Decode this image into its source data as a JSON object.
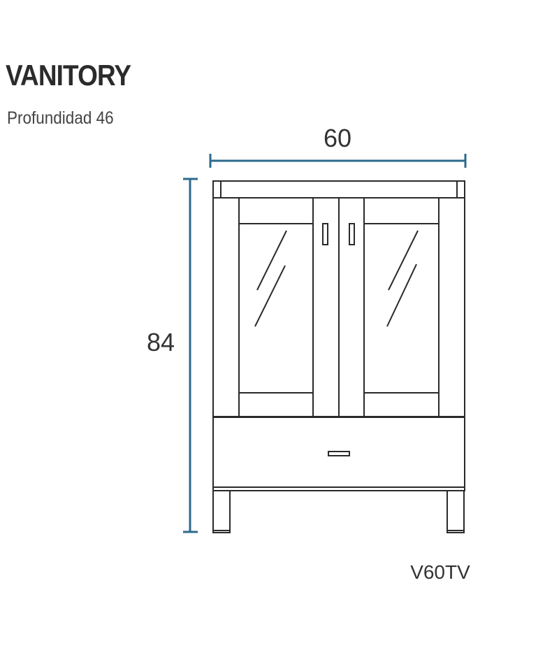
{
  "title": "VANITORY",
  "subtitle": "Profundidad 46",
  "dimensions": {
    "width": "60",
    "height": "84"
  },
  "model_code": "V60TV",
  "colors": {
    "dimension_line": "#2d6a8e",
    "drawing_line": "#2a2a2a"
  }
}
